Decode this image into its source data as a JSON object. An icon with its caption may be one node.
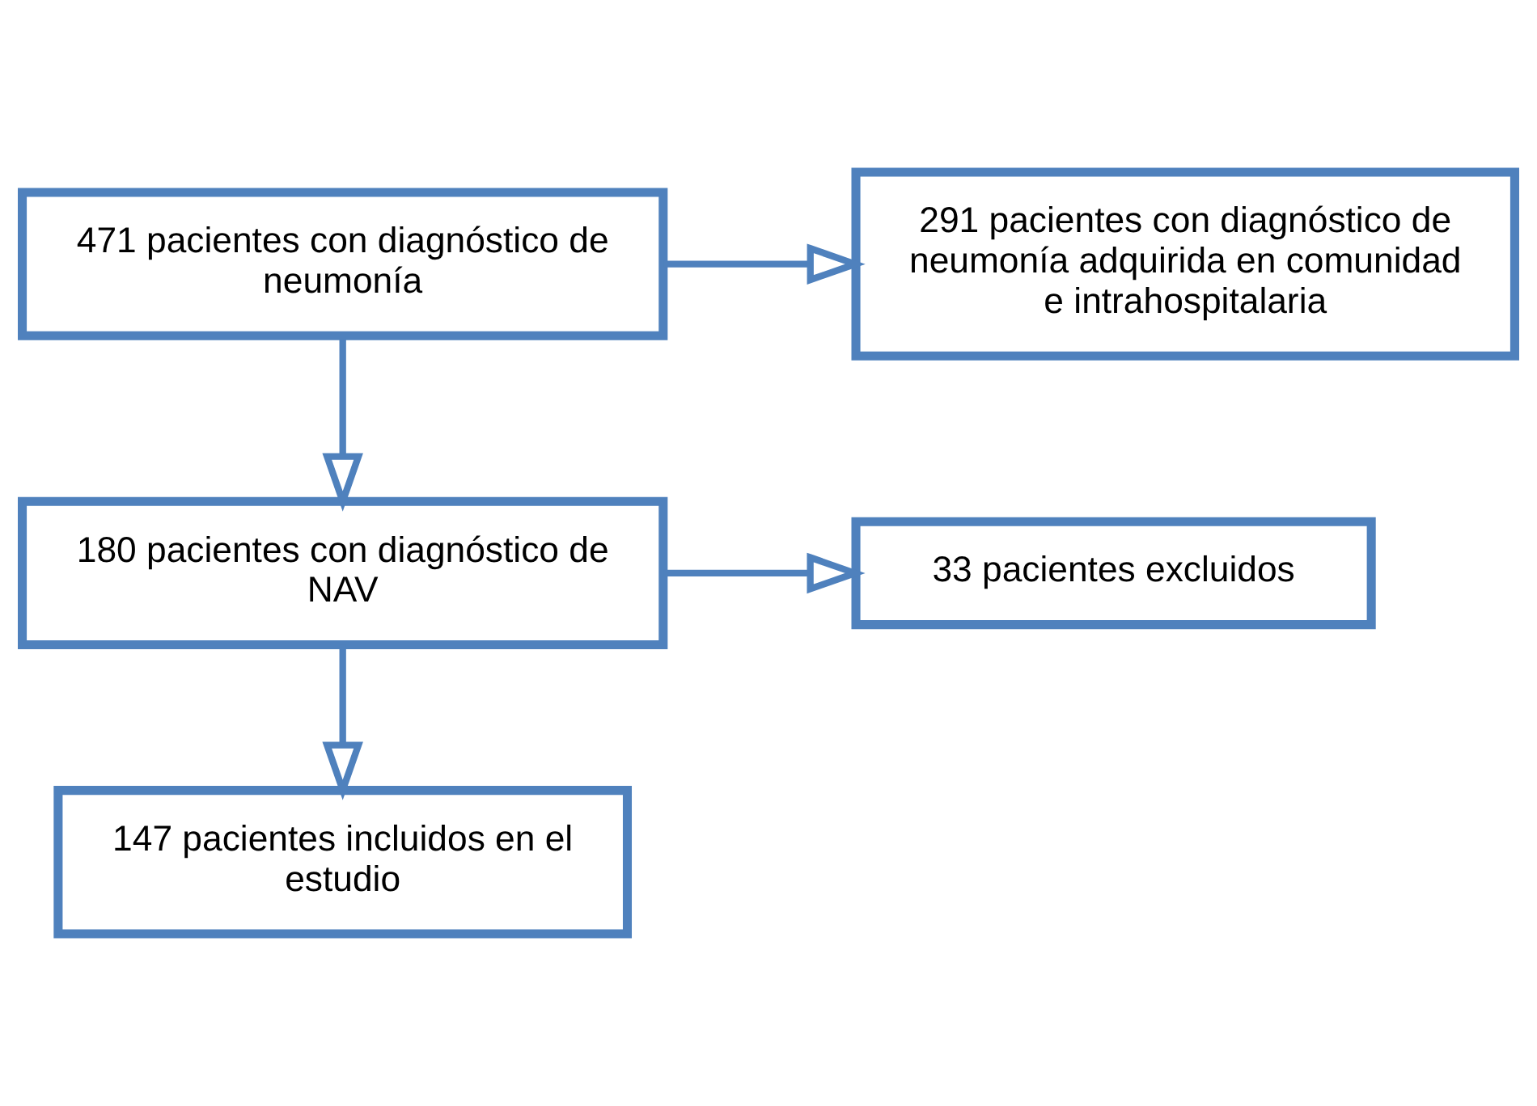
{
  "diagram": {
    "nodes": [
      {
        "text": [
          "471 pacientes con diagnóstico de neumonía"
        ]
      },
      {
        "text": [
          "291 pacientes con diagnóstico de neumonía adquirida en comunidad e intrahospitalaria"
        ]
      },
      {
        "text": [
          "180 pacientes con diagnóstico de NAV"
        ]
      },
      {
        "text": [
          "33 pacientes excluidos"
        ]
      },
      {
        "text": [
          "147 pacientes incluidos en el estudio"
        ]
      }
    ],
    "edges": [
      {
        "from": 0,
        "to": 2,
        "arrow": "to"
      },
      {
        "from": 0,
        "to": 1,
        "arrow": "to"
      },
      {
        "from": 2,
        "to": 4,
        "arrow": "to"
      },
      {
        "from": 2,
        "to": 3,
        "arrow": "to"
      }
    ]
  }
}
